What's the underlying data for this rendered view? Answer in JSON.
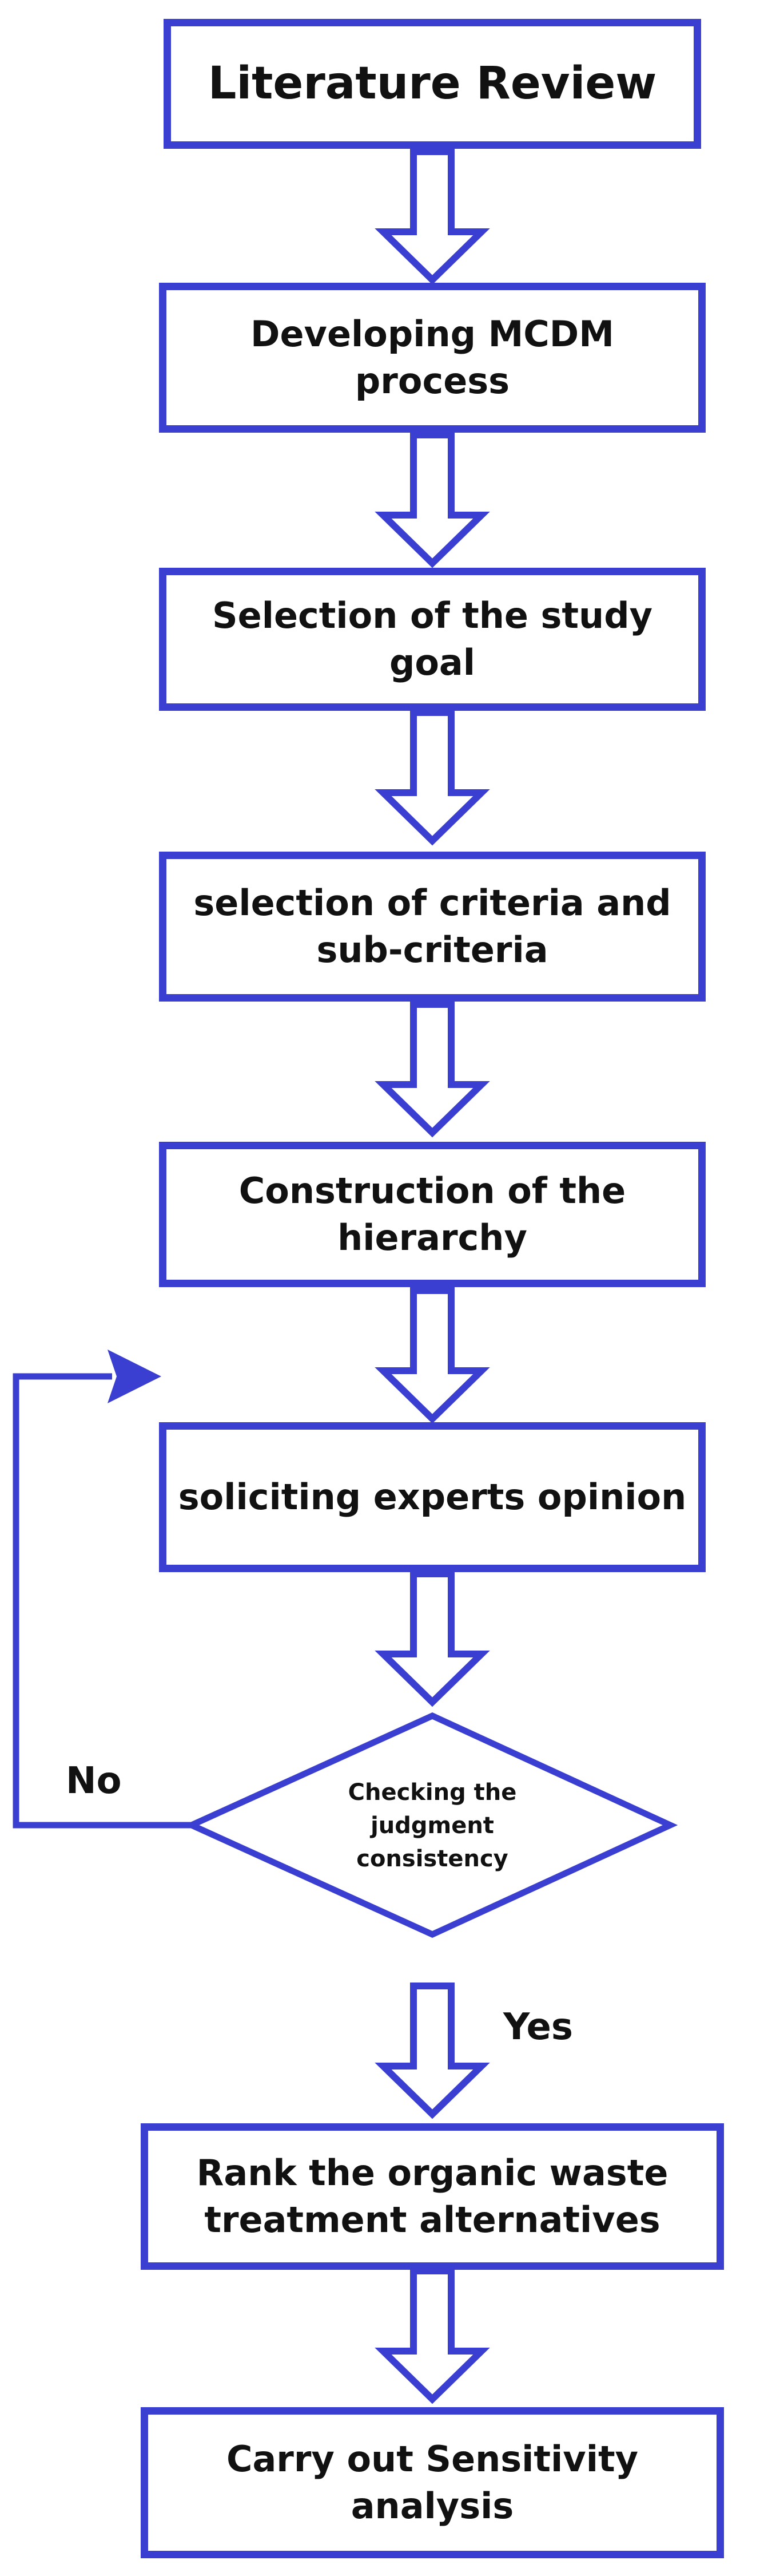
{
  "colors": {
    "accent": "#3a3fd1",
    "text": "#111111",
    "background": "#ffffff"
  },
  "steps": [
    {
      "text": "Literature Review"
    },
    {
      "text": "Developing MCDM process"
    },
    {
      "text": "Selection of the study goal"
    },
    {
      "text": "selection of criteria and sub-criteria"
    },
    {
      "text": "Construction of the hierarchy"
    },
    {
      "text": "soliciting experts opinion"
    }
  ],
  "decision": {
    "text": "Checking the judgment consistency",
    "no_label": "No",
    "yes_label": "Yes"
  },
  "final_steps": [
    {
      "text": "Rank the organic waste treatment alternatives"
    },
    {
      "text": "Carry out Sensitivity analysis"
    }
  ]
}
